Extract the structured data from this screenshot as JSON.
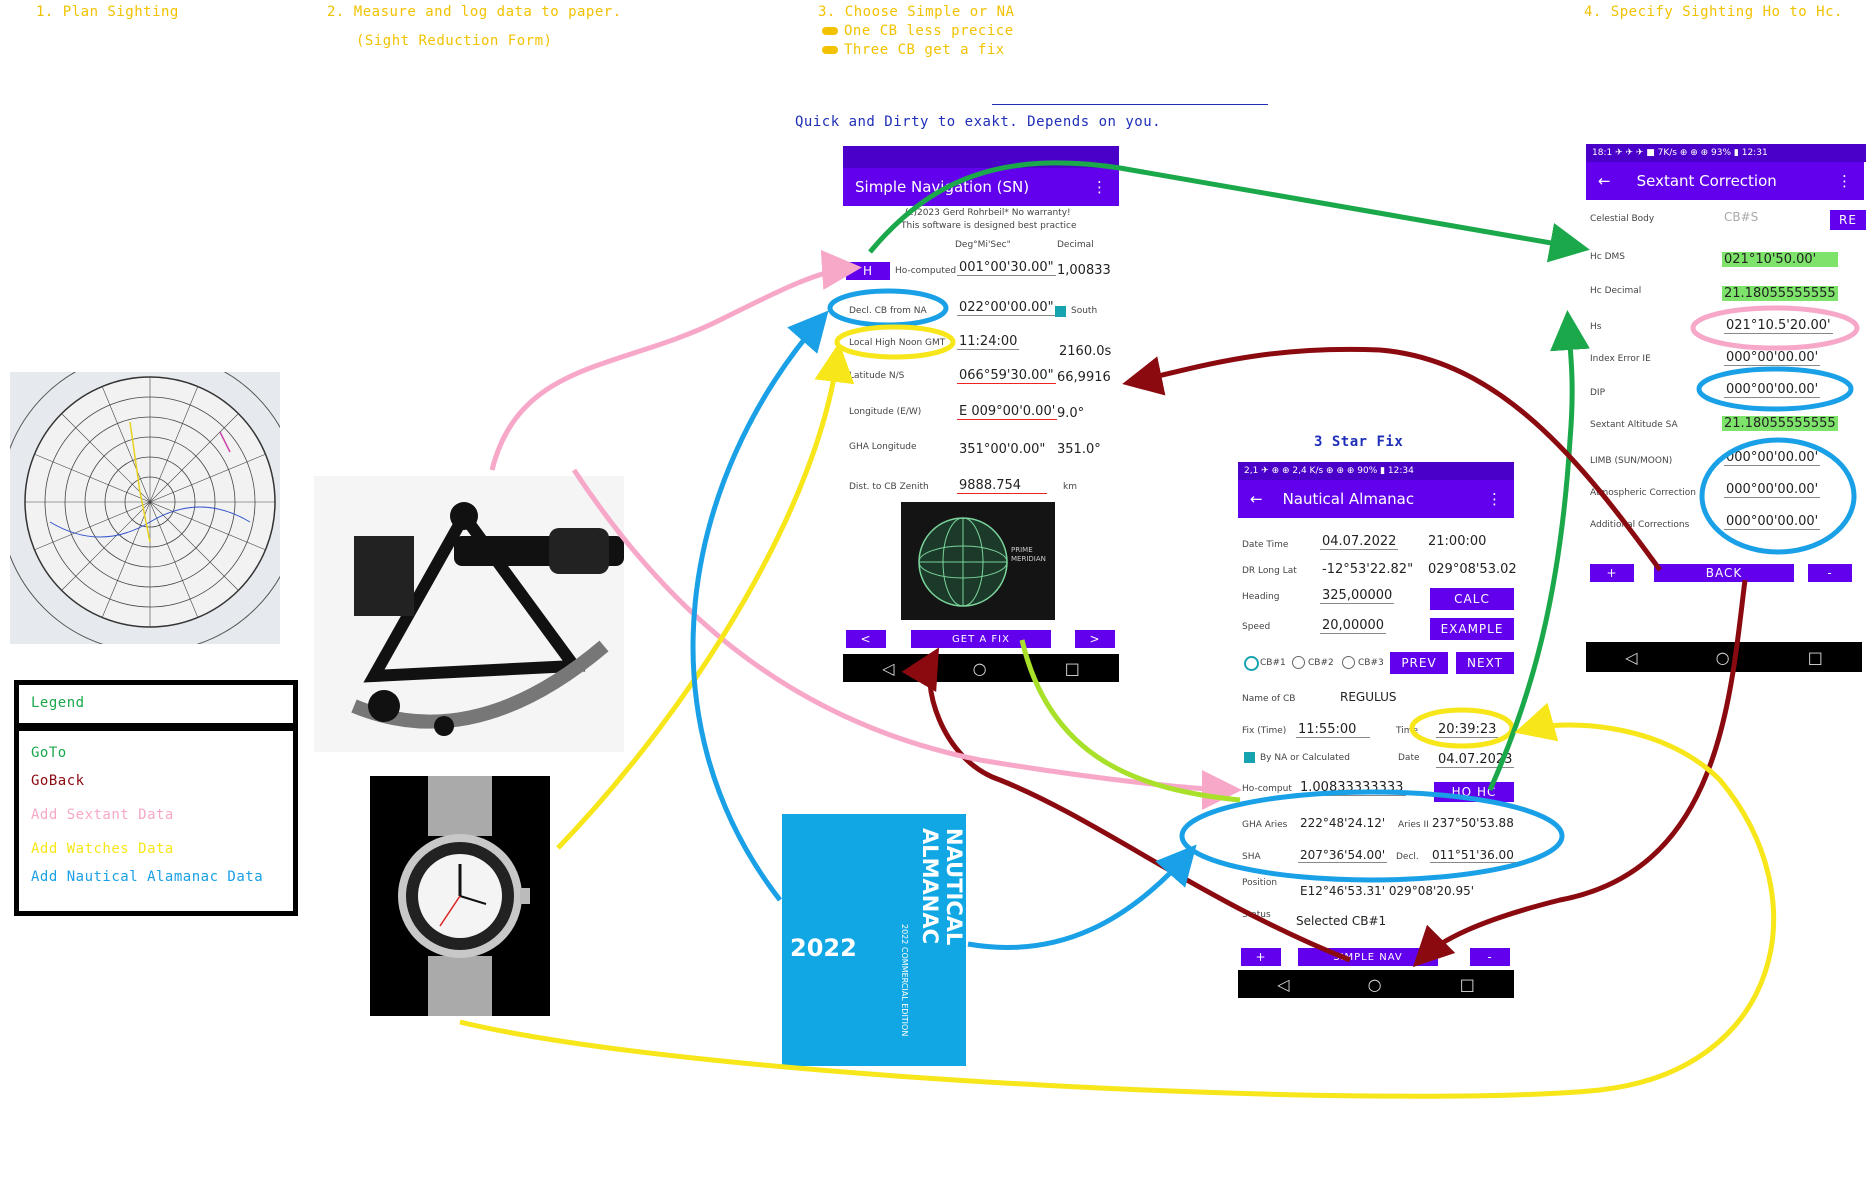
{
  "steps": {
    "step1": "1. Plan Sighting",
    "step2": "2. Measure and log data to paper.",
    "step2_sub": "(Sight Reduction Form)",
    "step3": "3. Choose Simple or NA",
    "step3_a": "One CB less precice",
    "step3_b": "Three CB get a fix",
    "step3_note": "Quick and Dirty to exakt. Depends on you.",
    "step4": "4. Specify Sighting Ho to Hc.",
    "three_star": "3 Star Fix"
  },
  "legend": {
    "title": "Legend",
    "items": [
      {
        "label": "GoTo",
        "color": "#1aa84a"
      },
      {
        "label": "GoBack",
        "color": "#8b0a10"
      },
      {
        "label": "Add Sextant Data",
        "color": "#f7a8c8"
      },
      {
        "label": "Add Watches Data",
        "color": "#f7e619"
      },
      {
        "label": "Add Nautical Alamanac Data",
        "color": "#1aa0e6"
      }
    ]
  },
  "colors": {
    "goto": "#1aa84a",
    "goback": "#8b0a10",
    "sextant": "#f7a8c8",
    "watch": "#f7e619",
    "almanac": "#1aa0e6",
    "lime": "#a8e02a",
    "step_text": "#f2c200",
    "note_text": "#1f2fb8",
    "app_purple": "#6200ee"
  },
  "simple_nav": {
    "title": "Simple Navigation (SN)",
    "menu": "⋮",
    "copyright": "(c)2023 Gerd Rohrbeil* No warranty!",
    "disclaimer": "This software is designed best practice",
    "col_dms": "Deg°Mi'Sec\"",
    "col_dec": "Decimal",
    "h_btn": "H",
    "rows": [
      {
        "label": "Ho-computed",
        "dms": "001°00'30.00\"",
        "dec": "1,00833"
      },
      {
        "label": "Decl. CB from NA",
        "dms": "022°00'00.00\"",
        "dec": "South"
      },
      {
        "label": "Local High Noon GMT",
        "dms": "11:24:00",
        "dec": "2160.0s"
      },
      {
        "label": "Latitude N/S",
        "dms": "066°59'30.00\"",
        "dec": "66,9916"
      },
      {
        "label": "Longitude (E/W)",
        "dms": "E 009°00'0.00'",
        "dec": "9.0°"
      },
      {
        "label": "GHA Longitude",
        "dms": "351°00'0.00\"",
        "dec": "351.0°"
      },
      {
        "label": "Dist. to CB Zenith",
        "dms": "9888.754",
        "dec": "km"
      }
    ],
    "globe_text": "PRIME MERIDIAN",
    "btn_prev": "<",
    "btn_fix": "GET A FIX",
    "btn_next": ">",
    "nav": [
      "◁",
      "○",
      "□"
    ]
  },
  "nautical": {
    "status": "2,1 ✈ ⊕ ⊕   2,4 K/s ⊕ ⊕ ⊕ 90% ▮ 12:34",
    "title": "Nautical Almanac",
    "menu": "⋮",
    "back": "←",
    "date_label": "Date Time",
    "date": "04.07.2022",
    "time": "21:00:00",
    "dr_label": "DR Long Lat",
    "dr_long": "-12°53'22.82\"",
    "dr_lat": "029°08'53.02",
    "heading_label": "Heading",
    "heading": "325,00000",
    "calc": "CALC",
    "speed_label": "Speed",
    "speed": "20,00000",
    "example": "EXAMPLE",
    "cb1": "CB#1",
    "cb2": "CB#2",
    "cb3": "CB#3",
    "prev": "PREV",
    "next": "NEXT",
    "name_label": "Name of CB",
    "name": "REGULUS",
    "fix_label": "Fix (Time)",
    "fix": "11:55:00",
    "time_label": "Time",
    "time2": "20:39:23",
    "bycalc": "By NA or Calculated",
    "date2_label": "Date",
    "date2": "04.07.2023",
    "hocomp_label": "Ho-comput",
    "hocomp": "1.00833333333",
    "hohc": "HO HC",
    "gha_label": "GHA Aries",
    "gha": "222°48'24.12'",
    "aries_label": "Aries II",
    "aries": "237°50'53.88",
    "sha_label": "SHA",
    "sha": "207°36'54.00'",
    "decl_label": "Decl.",
    "decl": "011°51'36.00",
    "position_label": "Position",
    "position": "E12°46'53.31' 029°08'20.95'",
    "status_label": "Status",
    "status_val": "Selected CB#1",
    "btn_plus": "+",
    "btn_simple": "SIMPLE NAV",
    "btn_minus": "-",
    "nav": [
      "◁",
      "○",
      "□"
    ]
  },
  "sextant": {
    "status": "18:1 ✈ ✈ ✈ ■     7K/s ⊕ ⊕ ⊕ 93% ▮ 12:31",
    "title": "Sextant Correction",
    "back": "←",
    "menu": "⋮",
    "cb_label": "Celestial Body",
    "cb_val": "CB#S",
    "re_btn": "RE",
    "hc_dms_label": "Hc DMS",
    "hc_dms": "021°10'50.00'",
    "hc_dec_label": "Hc Decimal",
    "hc_dec": "21.18055555555",
    "hs_label": "Hs",
    "hs": "021°10.5'20.00'",
    "ie_label": "Index Error IE",
    "ie": "000°00'00.00'",
    "dip_label": "DIP",
    "dip": "000°00'00.00'",
    "sa_label": "Sextant Altitude SA",
    "sa": "21.18055555555",
    "limb_label": "LIMB (SUN/MOON)",
    "limb": "000°00'00.00'",
    "atmo_label": "Atmospheric Correction",
    "atmo": "000°00'00.00'",
    "add_label": "Additional Corrections",
    "add": "000°00'00.00'",
    "btn_plus": "+",
    "btn_back": "BACK",
    "btn_minus": "-",
    "nav": [
      "◁",
      "○",
      "□"
    ]
  },
  "almanac_book": {
    "year": "2022",
    "title": "NAUTICAL ALMANAC",
    "edition": "2022 COMMERCIAL EDITION"
  }
}
